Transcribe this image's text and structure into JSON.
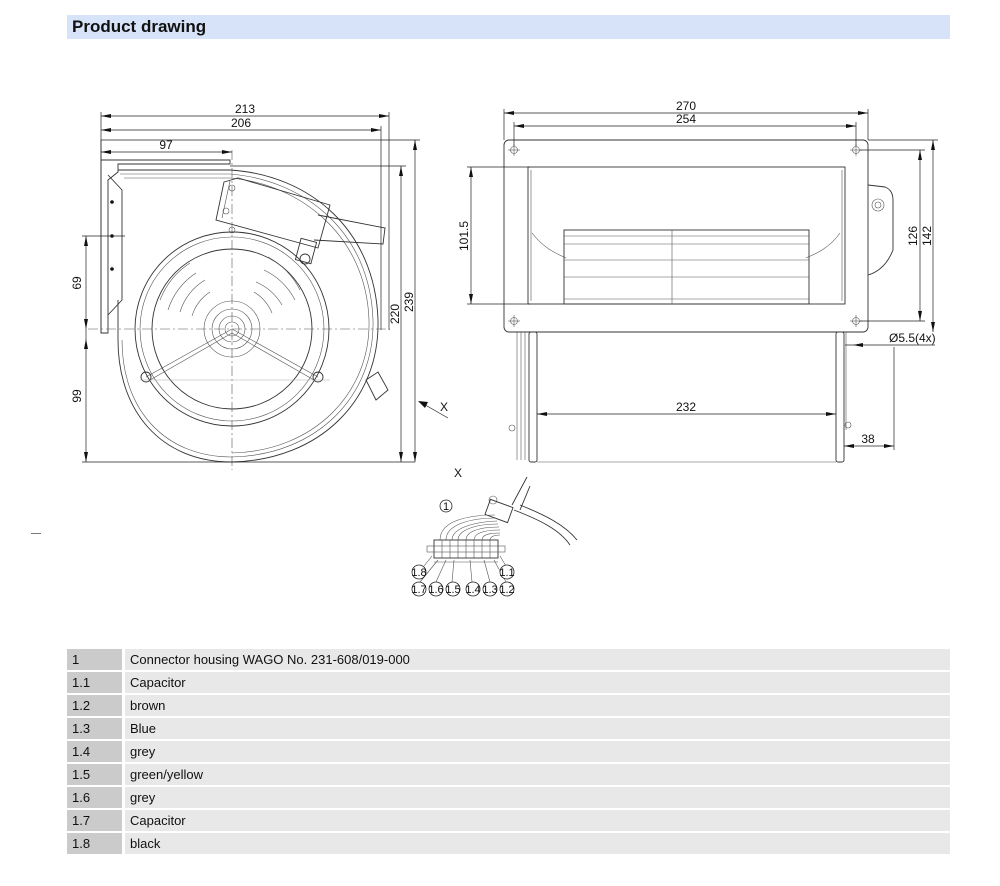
{
  "section": {
    "title": "Product drawing"
  },
  "side_view": {
    "dimensions": {
      "overall_width": "213",
      "inner_width": "206",
      "offset_left": "97",
      "offset_upper": "69",
      "offset_lower": "99",
      "height_inner": "220",
      "height_overall": "239"
    },
    "view_marker": "X"
  },
  "front_view": {
    "dimensions": {
      "overall_width": "270",
      "hole_spacing": "254",
      "outlet_height": "101.5",
      "hole_spacing_vertical": "126",
      "overall_height": "142",
      "hole_diameter": "Ø5.5(4x)",
      "depth": "232",
      "motor_offset": "38"
    }
  },
  "detail_x": {
    "title": "X",
    "callout_main": "1",
    "callouts_top": [
      "1.8",
      "1.1"
    ],
    "callouts_bottom": [
      "1.7",
      "1.6",
      "1.5",
      "1.4",
      "1.3",
      "1.2"
    ]
  },
  "legend": {
    "rows": [
      {
        "key": "1",
        "value": "Connector housing WAGO No. 231-608/019-000"
      },
      {
        "key": "1.1",
        "value": "Capacitor"
      },
      {
        "key": "1.2",
        "value": "brown"
      },
      {
        "key": "1.3",
        "value": "Blue"
      },
      {
        "key": "1.4",
        "value": "grey"
      },
      {
        "key": "1.5",
        "value": "green/yellow"
      },
      {
        "key": "1.6",
        "value": "grey"
      },
      {
        "key": "1.7",
        "value": "Capacitor"
      },
      {
        "key": "1.8",
        "value": "black"
      }
    ]
  }
}
